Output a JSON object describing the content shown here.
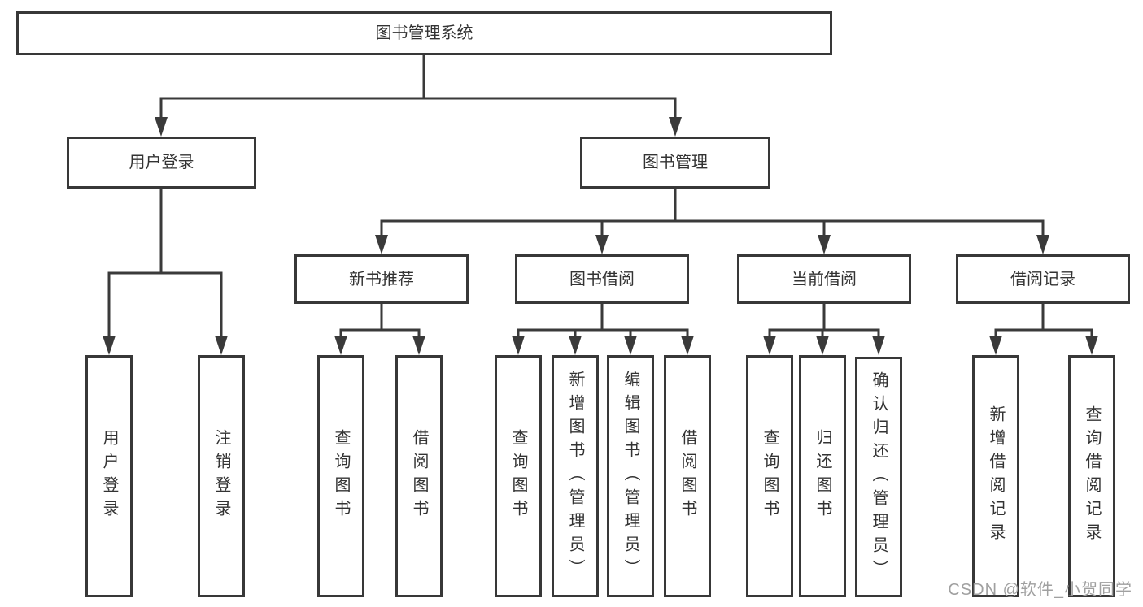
{
  "diagram": {
    "root": {
      "label": "图书管理系统",
      "children": [
        {
          "label": "用户登录",
          "children": [
            {
              "label": "用户登录"
            },
            {
              "label": "注销登录"
            }
          ]
        },
        {
          "label": "图书管理",
          "children": [
            {
              "label": "新书推荐",
              "children": [
                {
                  "label": "查询图书"
                },
                {
                  "label": "借阅图书"
                }
              ]
            },
            {
              "label": "图书借阅",
              "children": [
                {
                  "label": "查询图书"
                },
                {
                  "label": "新增图书（管理员）"
                },
                {
                  "label": "编辑图书（管理员）"
                },
                {
                  "label": "借阅图书"
                }
              ]
            },
            {
              "label": "当前借阅",
              "children": [
                {
                  "label": "查询图书"
                },
                {
                  "label": "归还图书"
                },
                {
                  "label": "确认归还（管理员）"
                }
              ]
            },
            {
              "label": "借阅记录",
              "children": [
                {
                  "label": "新增借阅记录"
                },
                {
                  "label": "查询借阅记录"
                }
              ]
            }
          ]
        }
      ]
    }
  },
  "watermark": {
    "text": "CSDN @软件_小贺同学"
  },
  "colors": {
    "line": "#3a3a3a",
    "box_border": "#383838",
    "text": "#333333",
    "watermark": "#a0a0a0",
    "background": "#ffffff"
  }
}
